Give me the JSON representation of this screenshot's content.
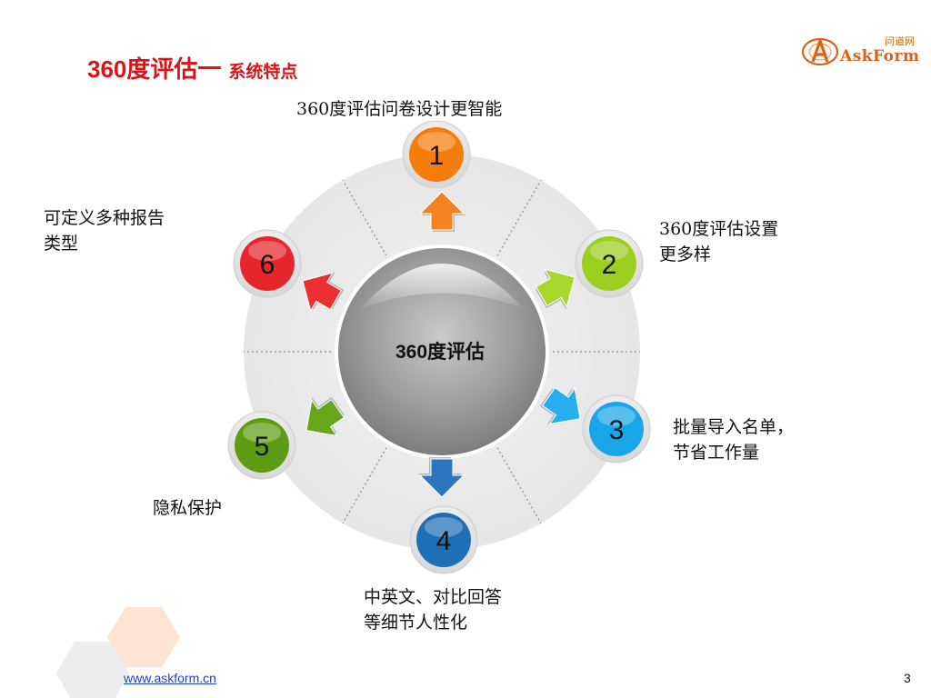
{
  "slide": {
    "title_main": "360度评估一",
    "title_sub": "系统特点",
    "page_number": "3",
    "footer_url": "www.askform.cn"
  },
  "logo": {
    "top_text": "问道网",
    "brand_text": "AskForm"
  },
  "center": {
    "label": "360度评估"
  },
  "nodes": [
    {
      "number": "1",
      "color": "#f57d0e",
      "arrow_color": "#f5821e",
      "label_lines": [
        "360度评估问卷设计更智能"
      ]
    },
    {
      "number": "2",
      "color": "#9bcf1f",
      "arrow_color": "#a6d72a",
      "label_lines": [
        "360度评估设置",
        "更多样"
      ]
    },
    {
      "number": "3",
      "color": "#19a6e8",
      "arrow_color": "#26aef0",
      "label_lines": [
        "批量导入名单，",
        "节省工作量"
      ]
    },
    {
      "number": "4",
      "color": "#1f6fb5",
      "arrow_color": "#2b76be",
      "label_lines": [
        "中英文、对比回答",
        "等细节人性化"
      ]
    },
    {
      "number": "5",
      "color": "#5f9c16",
      "arrow_color": "#67a51c",
      "label_lines": [
        "隐私保护"
      ]
    },
    {
      "number": "6",
      "color": "#e6262c",
      "arrow_color": "#ea3030",
      "label_lines": [
        "可定义多种报告",
        "类型"
      ]
    }
  ]
}
